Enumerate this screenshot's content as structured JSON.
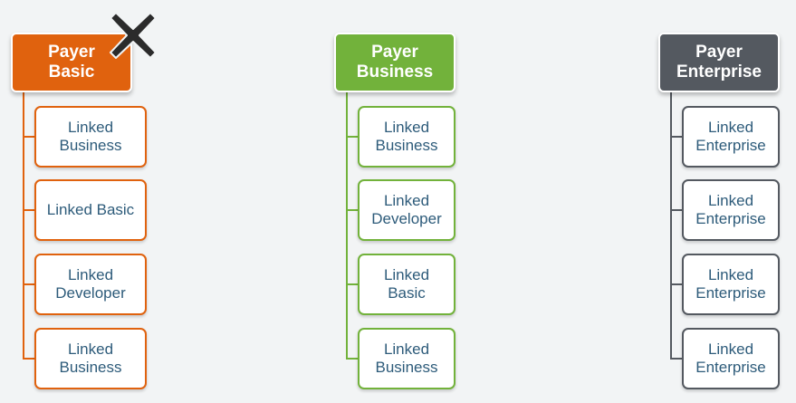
{
  "colors": {
    "background": "#f2f4f5",
    "basic": "#e0620e",
    "business": "#72b23b",
    "enterprise": "#545960",
    "linked_text": "#2d5b7a",
    "x_mark": "#2b2b2b"
  },
  "groups": [
    {
      "payer_label": "Payer\nBasic",
      "accent": "#e0620e",
      "rejected": true,
      "linked": [
        "Linked\nBusiness",
        "Linked Basic",
        "Linked\nDeveloper",
        "Linked\nBusiness"
      ]
    },
    {
      "payer_label": "Payer\nBusiness",
      "accent": "#72b23b",
      "rejected": false,
      "linked": [
        "Linked\nBusiness",
        "Linked\nDeveloper",
        "Linked\nBasic",
        "Linked\nBusiness"
      ]
    },
    {
      "payer_label": "Payer\nEnterprise",
      "accent": "#545960",
      "rejected": false,
      "linked": [
        "Linked\nEnterprise",
        "Linked\nEnterprise",
        "Linked\nEnterprise",
        "Linked\nEnterprise"
      ]
    }
  ],
  "icons": {
    "rejected_marker": "x-mark-icon"
  }
}
